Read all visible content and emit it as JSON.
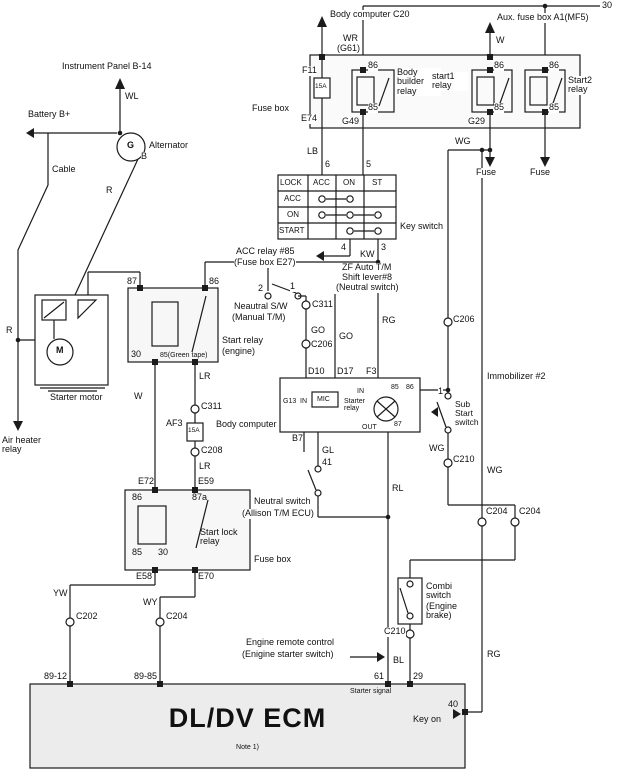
{
  "labels": {
    "top": {
      "terminal_30": "30",
      "body_computer_c20": "Body computer C20",
      "aux_fuse_box": "Aux. fuse box A1(MF5)",
      "wr": "WR",
      "g61": "(G61)",
      "w": "W",
      "instrument_panel": "Instrument Panel B-14",
      "wl": "WL",
      "battery": "Battery B+",
      "alternator": "Alternator",
      "g": "G",
      "cable": "Cable",
      "b": "B",
      "r_diag": "R",
      "r_left": "R"
    },
    "fusebox": {
      "name": "Fuse box",
      "f11": "F11",
      "f11_amp": "15A",
      "e74": "E74",
      "body_builder_relay": "Body builder relay",
      "bb_86": "86",
      "bb_85": "85",
      "g49": "G49",
      "start1_relay": "start1 relay",
      "s1_86": "86",
      "s1_85": "85",
      "g29": "G29",
      "start2_relay": "Start2 relay",
      "s2_86": "86",
      "s2_85": "85",
      "wg": "WG",
      "fuse_left": "Fuse",
      "fuse_right": "Fuse"
    },
    "keyswitch": {
      "lb": "LB",
      "t6": "6",
      "t5": "5",
      "col_acc": "ACC",
      "col_on": "ON",
      "col_st": "ST",
      "row_lock": "LOCK",
      "row_acc": "ACC",
      "row_on": "ON",
      "row_start": "START",
      "name": "Key switch",
      "t4": "4",
      "t3": "3",
      "acc_relay": "ACC relay #85",
      "acc_relay2": "(Fuse box E27)",
      "kw": "KW"
    },
    "middle": {
      "zf1": "ZF Auto T/M",
      "zf2": "Shift lever#8",
      "zf3": "(Neutral switch)",
      "n2": "2",
      "n1": "1",
      "neutral_sw": "Neautral S/W",
      "manual_tm": "(Manual T/M)",
      "c311": "C311",
      "go1": "GO",
      "go2": "GO",
      "c206": "C206",
      "rg": "RG",
      "c206_right": "C206"
    },
    "start_relay": {
      "t87": "87",
      "t86": "86",
      "t30": "30",
      "t85": "85(Green tape)",
      "name1": "Start relay",
      "name2": "(engine)"
    },
    "starter": {
      "m": "M",
      "name": "Starter motor",
      "air_heater": "Air heater relay"
    },
    "left_chain": {
      "lr1": "LR",
      "w": "W",
      "c311": "C311",
      "af3": "AF3",
      "amp": "15A",
      "c208": "C208",
      "lr2": "LR"
    },
    "body_computer": {
      "name": "Body computer",
      "d10": "D10",
      "d17": "D17",
      "f3": "F3",
      "g13": "G13",
      "in1": "IN",
      "mic": "MIC",
      "starter_relay": "Starter relay",
      "in2": "IN",
      "t85": "85",
      "t86": "86",
      "t87": "87",
      "out": "OUT",
      "b7": "B7"
    },
    "immobilizer": {
      "name": "Immobilizer #2",
      "t1": "1",
      "sub_start": "Sub Start switch",
      "wg": "WG",
      "c210": "C210",
      "wg2": "WG",
      "c204a": "C204",
      "c204b": "C204"
    },
    "allison": {
      "gl": "GL",
      "t41": "41",
      "name1": "Neutral switch",
      "name2": "(Allison T/M ECU)",
      "rl": "RL"
    },
    "start_lock": {
      "e72": "E72",
      "e59": "E59",
      "t86": "86",
      "t87a": "87a",
      "t85": "85",
      "t30": "30",
      "name": "Start lock relay",
      "e58": "E58",
      "e70": "E70",
      "fusebox": "Fuse box"
    },
    "bottom": {
      "yw": "YW",
      "c202": "C202",
      "wy": "WY",
      "c204": "C204",
      "combi1": "Combi switch",
      "combi2": "(Engine brake)",
      "c210": "C210",
      "remote1": "Engine remote control",
      "remote2": "(Enigine starter switch)",
      "bl": "BL",
      "rg": "RG"
    },
    "ecm": {
      "t89_12": "89-12",
      "t89_85": "89-85",
      "t61": "61",
      "t29": "29",
      "starter_signal": "Starter signal",
      "name": "DL/DV ECM",
      "note": "Note 1)",
      "t40": "40",
      "key_on": "Key on"
    }
  }
}
